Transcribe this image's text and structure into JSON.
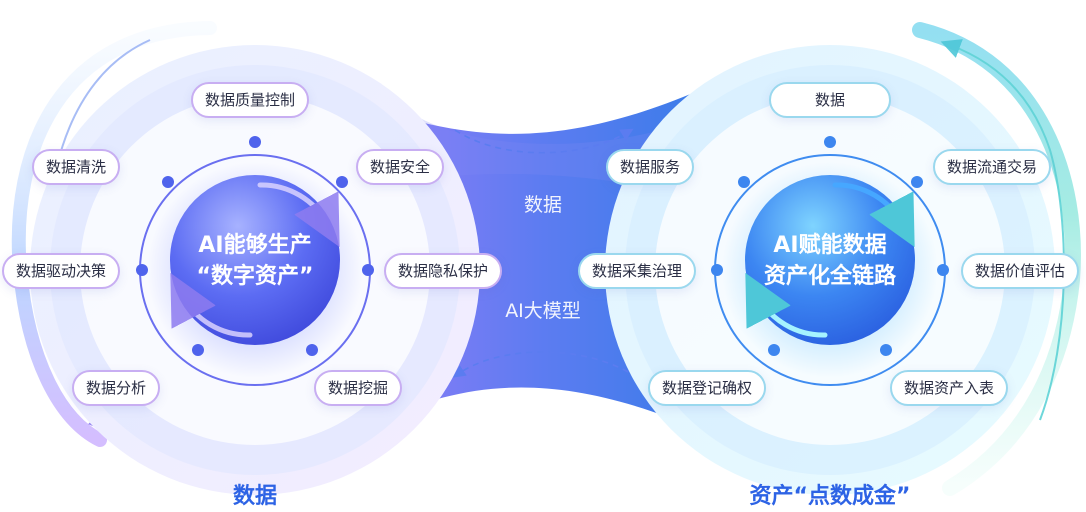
{
  "left_hub": {
    "line1": "AI能够生产",
    "line2": "“数字资产”"
  },
  "right_hub": {
    "line1": "AI赋能数据",
    "line2": "资产化全链路"
  },
  "middle": {
    "top_label": "数据",
    "bottom_label": "AI大模型"
  },
  "left_items": [
    "数据质量控制",
    "数据清洗",
    "数据安全",
    "数据驱动决策",
    "数据隐私保护",
    "数据分析",
    "数据挖掘"
  ],
  "right_items": [
    "数据",
    "数据服务",
    "数据流通交易",
    "数据采集治理",
    "数据价值评估",
    "数据登记确权",
    "数据资产入表"
  ],
  "footer": {
    "left": "数据",
    "right": "资产“点数成金”"
  },
  "colors": {
    "accent_blue": "#2d63e5",
    "left_border": "#c8aef2",
    "right_border": "#9ad8ee"
  }
}
